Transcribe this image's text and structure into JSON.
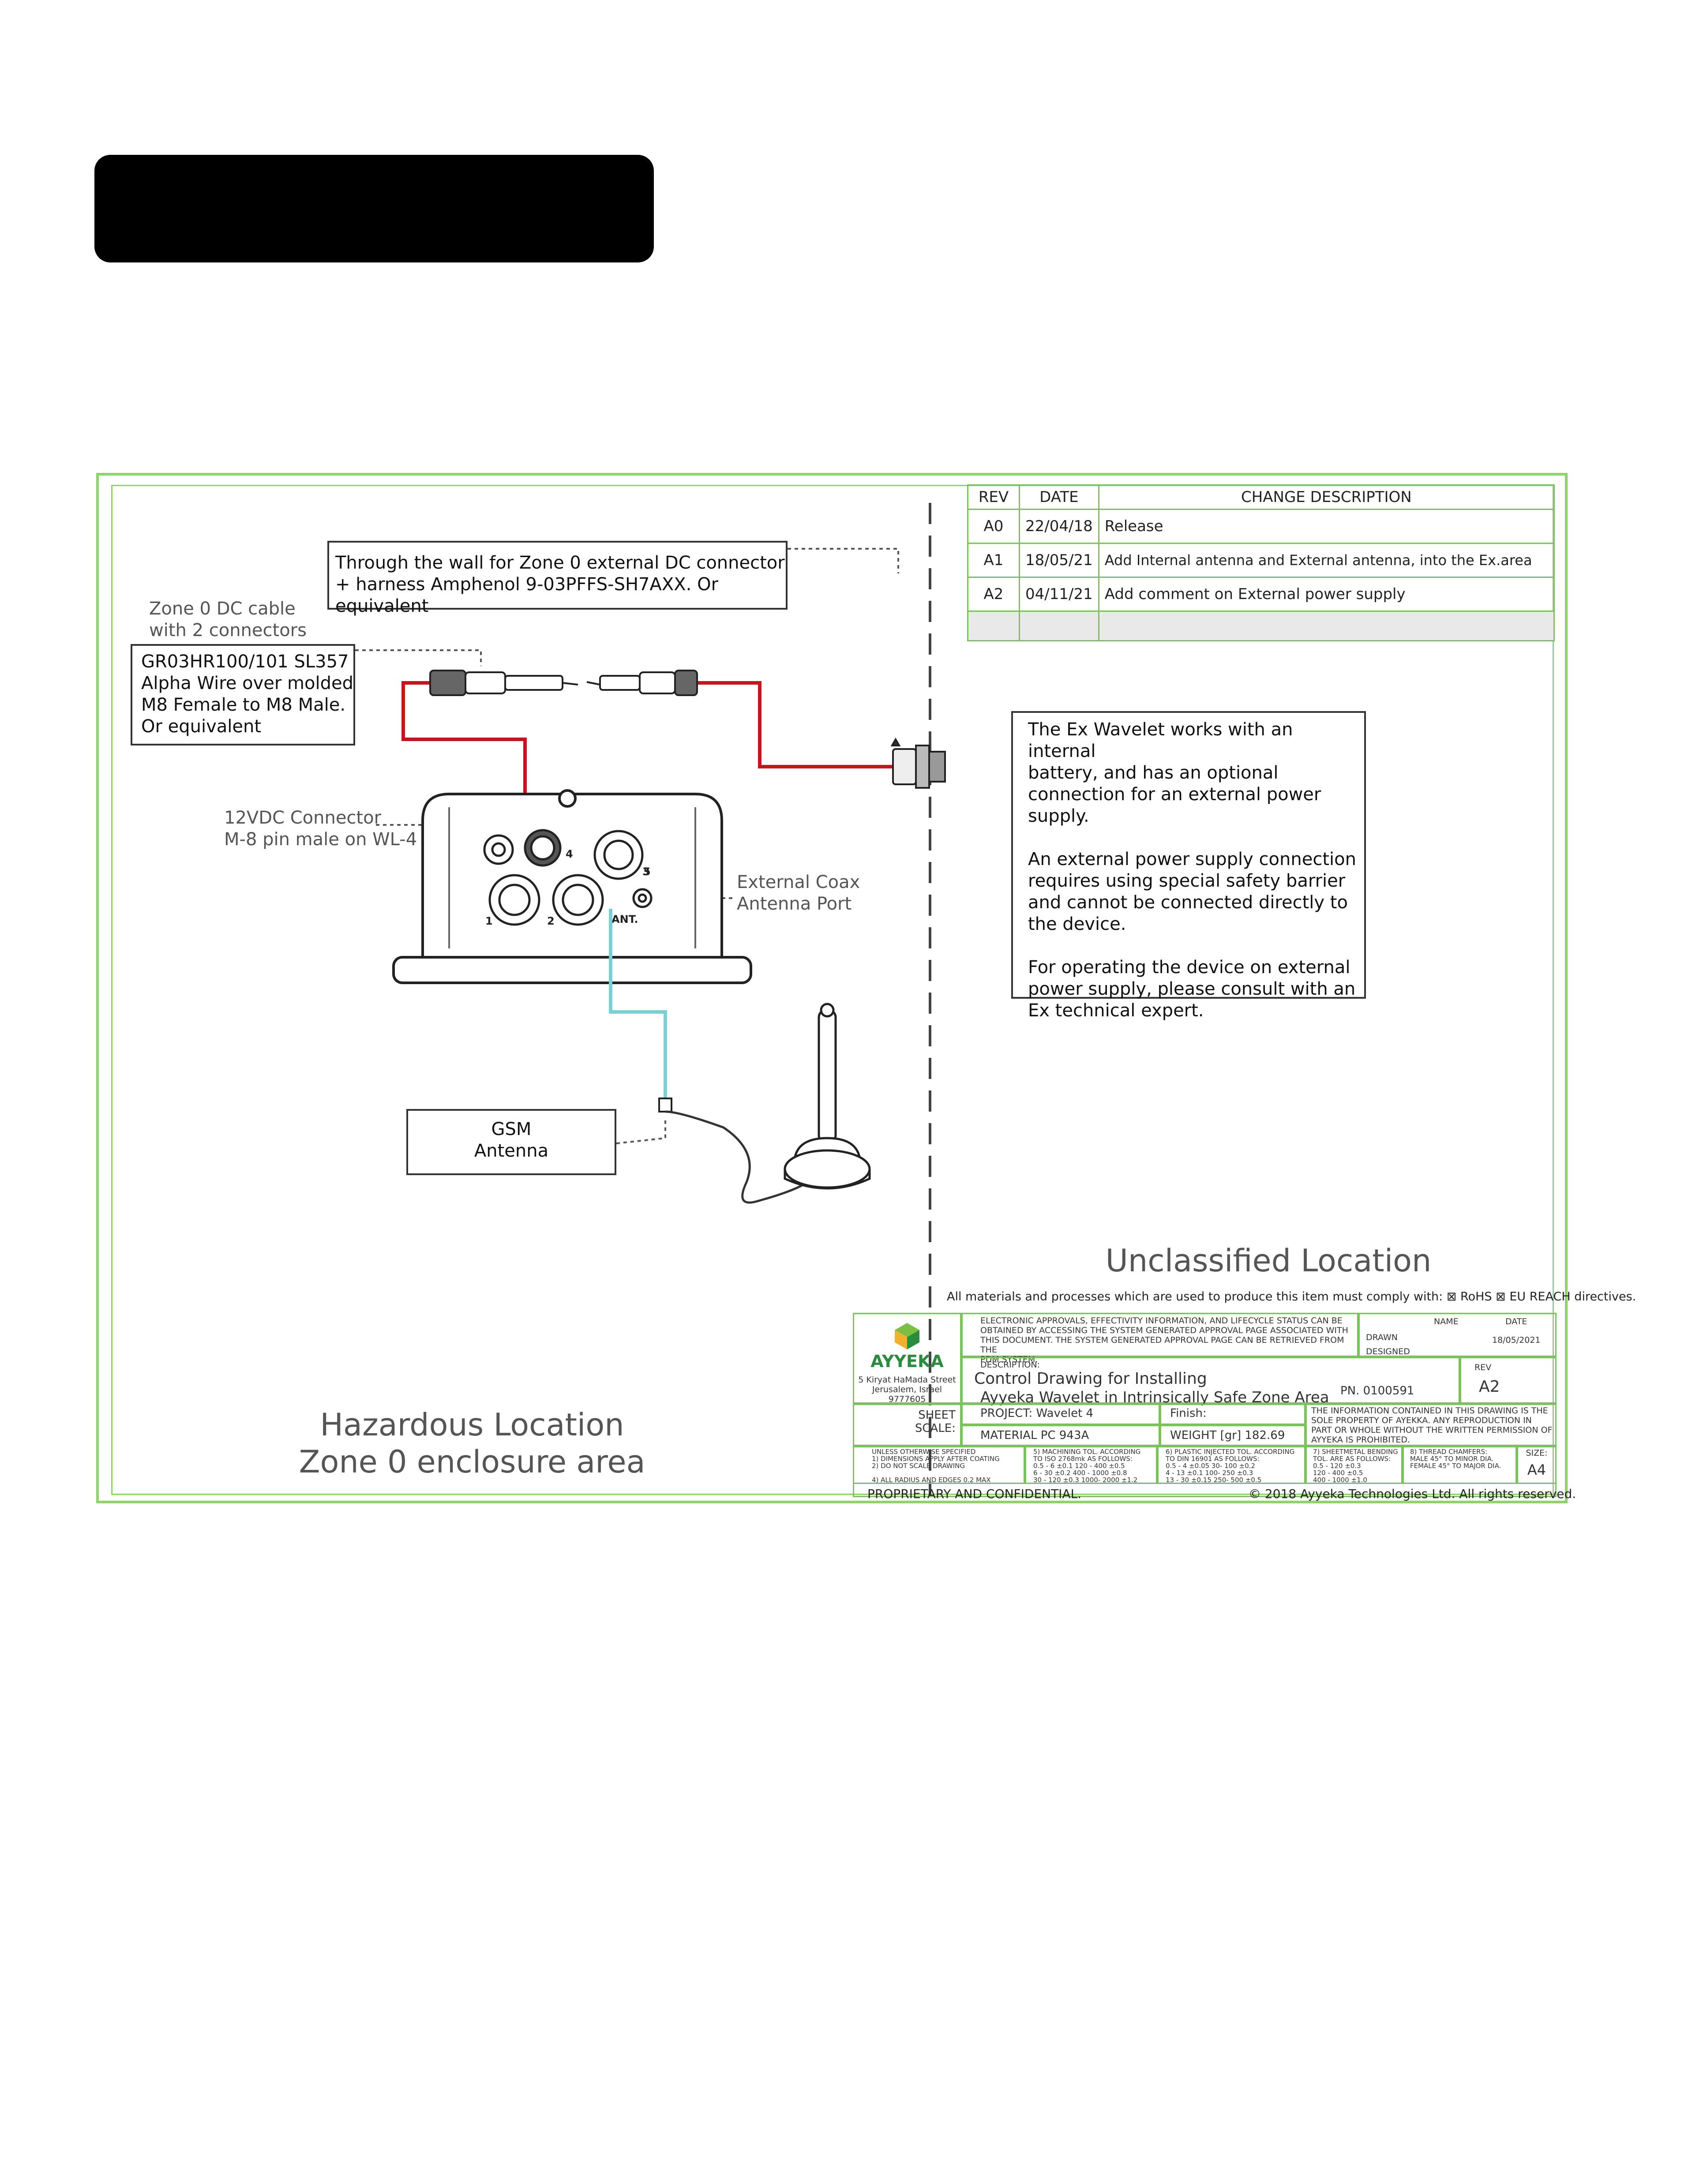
{
  "revisions": {
    "headers": [
      "REV",
      "DATE",
      "CHANGE DESCRIPTION"
    ],
    "rows": [
      {
        "rev": "A0",
        "date": "22/04/18",
        "desc": "Release"
      },
      {
        "rev": "A1",
        "date": "18/05/21",
        "desc": "Add Internal antenna and External antenna, into the Ex.area"
      },
      {
        "rev": "A2",
        "date": "04/11/21",
        "desc": "Add comment on External power supply"
      }
    ]
  },
  "callouts": {
    "through_wall": [
      "Through the wall for Zone 0 external DC connector",
      "+ harness Amphenol 9-03PFFS-SH7AXX. Or equivalent"
    ],
    "dc_cable": [
      "Zone 0 DC cable",
      "with 2 connectors"
    ],
    "cable_part": [
      "GR03HR100/101 SL357",
      "Alpha Wire over molded",
      "M8 Female to M8 Male.",
      "Or equivalent"
    ],
    "connector_12v": [
      "12VDC Connector",
      "M-8 pin male on WL-4"
    ],
    "coax_port": [
      "External Coax",
      "Antenna Port"
    ],
    "gsm": [
      "GSM",
      "Antenna"
    ],
    "power_note": [
      "The Ex Wavelet works with an internal",
      "battery, and has an optional",
      "connection for an external power",
      "supply.",
      "",
      "An external power supply connection",
      "requires using special safety barrier",
      "and cannot be connected directly to",
      "the device.",
      "",
      "For operating the device on external",
      "power supply, please consult with an",
      "Ex technical expert."
    ]
  },
  "device": {
    "port_labels": [
      "4",
      "5",
      "1",
      "2",
      "3",
      "ANT."
    ]
  },
  "zones": {
    "unclassified": "Unclassified Location",
    "hazardous": [
      "Hazardous Location",
      "Zone 0 enclosure area"
    ]
  },
  "compliance": "All materials and processes which are used to produce this item must comply with:  ⊠ RoHS  ⊠ EU REACH directives.",
  "title_block": {
    "company": "AYYEKA",
    "address": [
      "5 Kiryat HaMada Street",
      "Jerusalem, Israel 9777605"
    ],
    "approvals": [
      "ELECTRONIC APPROVALS, EFFECTIVITY INFORMATION, AND LIFECYCLE STATUS CAN BE",
      "OBTAINED BY ACCESSING THE SYSTEM GENERATED APPROVAL PAGE ASSOCIATED WITH",
      "THIS DOCUMENT. THE SYSTEM GENERATED APPROVAL PAGE CAN BE RETRIEVED FROM THE",
      "PDM SYSTEM."
    ],
    "name_label": "NAME",
    "date_label": "DATE",
    "drawn_label": "DRAWN",
    "drawn_date": "18/05/2021",
    "designed_label": "DESIGNED",
    "description_label": "DESCRIPTION:",
    "description": [
      "Control Drawing for Installing",
      "Ayyeka Wavelet in Intrinsically Safe Zone Area"
    ],
    "rev_label": "REV",
    "rev": "A2",
    "pn": "PN. 0100591",
    "sheet_label": [
      "SHEET",
      "SCALE:"
    ],
    "project": "PROJECT:  Wavelet 4",
    "finish": "Finish:",
    "material": "MATERIAL PC 943A",
    "weight": "WEIGHT [gr]  182.69",
    "ownership": [
      "THE INFORMATION CONTAINED IN THIS DRAWING IS THE",
      "SOLE  PROPERTY OF AYEKKA. ANY  REPRODUCTION  IN",
      "PART  OR  WHOLE WITHOUT THE WRITTEN PERMISSION OF",
      "AYYEKA IS  PROHIBITED."
    ],
    "tol_general": [
      "UNLESS OTHERWISE SPECIFIED",
      "1) DIMENSIONS APPLY AFTER COATING",
      "2) DO NOT SCALE DRAWING",
      "",
      "4) ALL RADIUS AND EDGES 0.2 MAX"
    ],
    "tol_machining": [
      "5) MACHINING TOL. ACCORDING",
      "TO ISO 2768mk AS FOLLOWS:",
      "0.5 -  6  ±0.1    120 -  400 ±0.5",
      "6  -  30 ±0.2    400 - 1000 ±0.8",
      "30 - 120 ±0.3   1000- 2000 ±1.2"
    ],
    "tol_plastic": [
      "6) PLASTIC INJECTED TOL. ACCORDING",
      "TO DIN 16901 AS FOLLOWS:",
      "0.5 -  4   ±0.05   30- 100  ±0.2",
      "4  -  13  ±0.1    100- 250  ±0.3",
      "13 -  30  ±0.15   250- 500  ±0.5"
    ],
    "tol_sheet": [
      "7) SHEETMETAL BENDING",
      "TOL. ARE AS FOLLOWS:",
      "0.5 -  120   ±0.3",
      "120 -  400   ±0.5",
      "400 - 1000   ±1.0"
    ],
    "tol_thread": [
      "8) THREAD CHAMFERS:",
      "MALE 45° TO MINOR DIA.",
      "FEMALE 45° TO MAJOR DIA."
    ],
    "size_label": "SIZE:",
    "size": "A4",
    "proprietary": "PROPRIETARY AND CONFIDENTIAL.",
    "copyright": "© 2018 Ayyeka Technologies Ltd. All rights reserved."
  }
}
